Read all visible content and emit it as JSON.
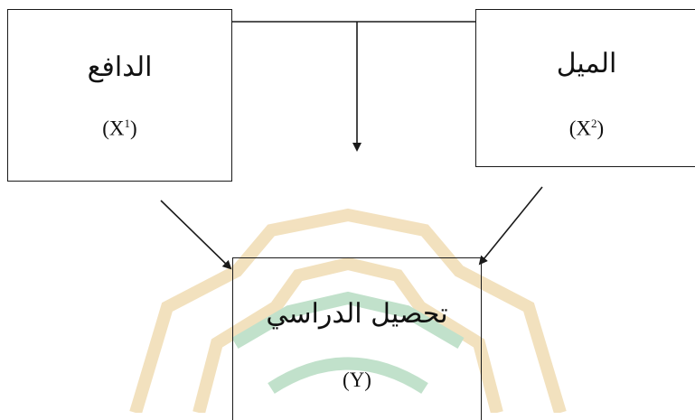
{
  "diagram": {
    "x1": {
      "label": "الدافع",
      "var_base": "(X",
      "var_sup": "1",
      "var_close": ")"
    },
    "x2": {
      "label": "الميل",
      "var_base": "(X",
      "var_sup": "2",
      "var_close": ")"
    },
    "y": {
      "label": "تحصيل الدراسي",
      "var": "(Y)"
    }
  },
  "watermark": {
    "colors": {
      "gold": "#e9c98a",
      "green": "#8fc9a1"
    }
  }
}
